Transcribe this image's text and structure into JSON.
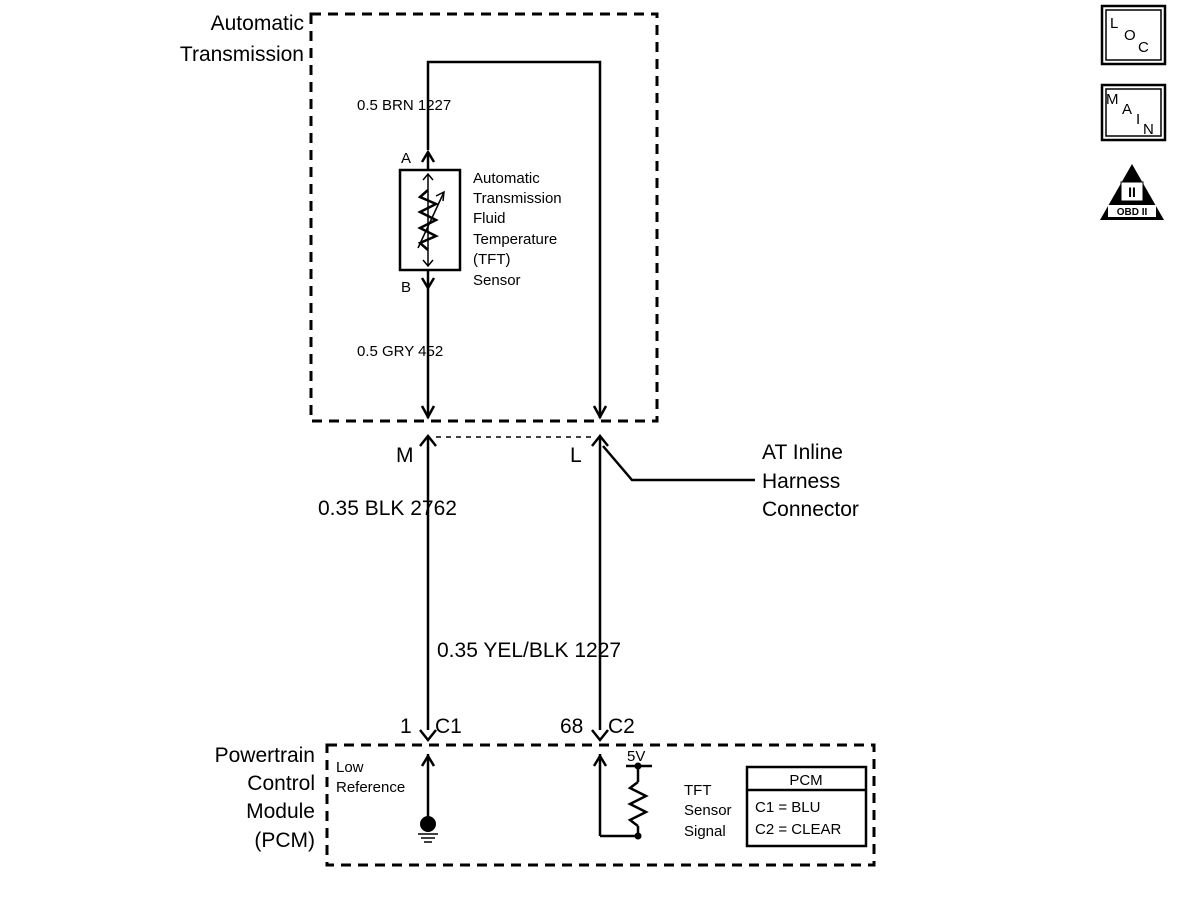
{
  "transmission": {
    "title_line1": "Automatic",
    "title_line2": "Transmission",
    "wire_top": "0.5 BRN  1227",
    "wire_bottom": "0.5 GRY  452",
    "pin_a": "A",
    "pin_b": "B",
    "sensor_label": [
      "Automatic",
      "Transmission",
      "Fluid",
      "Temperature",
      "(TFT)",
      "Sensor"
    ]
  },
  "harness": {
    "pin_m": "M",
    "pin_l": "L",
    "label": [
      "AT Inline",
      "Harness",
      "Connector"
    ]
  },
  "wires": {
    "left": "0.35 BLK  2762",
    "right": "0.35 YEL/BLK  1227"
  },
  "pcm": {
    "pin_left_num": "1",
    "pin_left_conn": "C1",
    "pin_right_num": "68",
    "pin_right_conn": "C2",
    "title": [
      "Powertrain",
      "Control",
      "Module",
      "(PCM)"
    ],
    "low_ref": [
      "Low",
      "Reference"
    ],
    "voltage": "5V",
    "signal": [
      "TFT",
      "Sensor",
      "Signal"
    ],
    "legend_title": "PCM",
    "legend_c1": "C1 = BLU",
    "legend_c2": "C2 = CLEAR"
  },
  "icons": {
    "loc": [
      "L",
      "O",
      "C"
    ],
    "main": [
      "M",
      "A",
      "I",
      "N"
    ],
    "obd": [
      "II",
      "OBD II"
    ]
  }
}
